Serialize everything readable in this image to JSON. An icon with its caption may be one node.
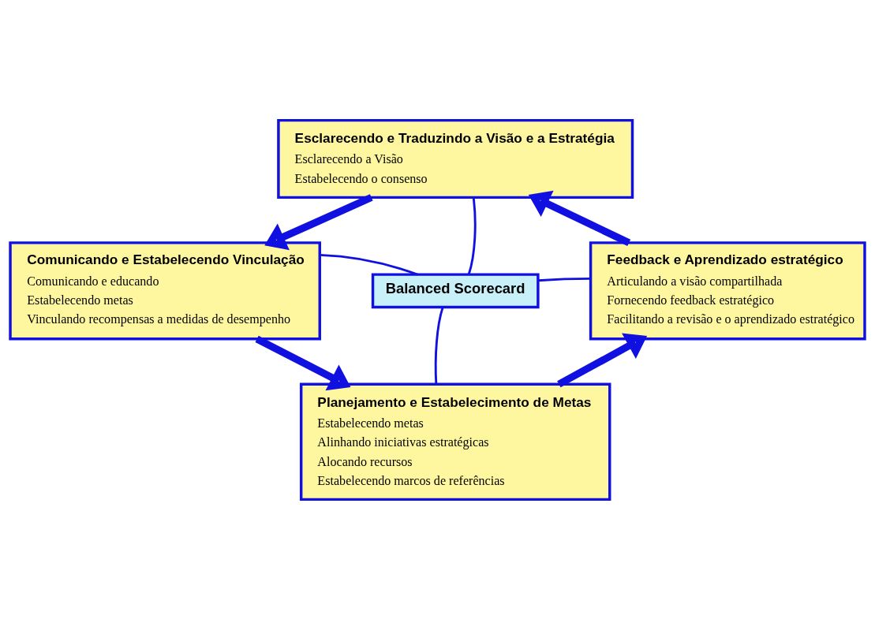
{
  "diagram": {
    "nodes": [
      {
        "text": [
          "Esclarecendo e Traduzindo a Visão e a Estratégia",
          "Esclarecendo a Visão",
          "Estabelecendo o consenso"
        ]
      },
      {
        "text": [
          "Comunicando e Estabelecendo Vinculação",
          "Comunicando e educando",
          "Estabelecendo metas",
          "Vinculando recompensas a medidas de desempenho"
        ]
      },
      {
        "text": [
          "Balanced Scorecard"
        ]
      },
      {
        "text": [
          "Feedback e Aprendizado estratégico",
          "Articulando a visão compartilhada",
          "Fornecendo feedback estratégico",
          "Facilitando a revisão e o aprendizado estratégico"
        ]
      },
      {
        "text": [
          "Planejamento e Estabelecimento de Metas",
          "Estabelecendo metas",
          "Alinhando iniciativas estratégicas",
          "Alocando recursos",
          "Estabelecendo marcos de referências"
        ]
      }
    ],
    "edges": [
      {
        "from": 2,
        "to": 0,
        "arrow": "none"
      },
      {
        "from": 2,
        "to": 1,
        "arrow": "none"
      },
      {
        "from": 2,
        "to": 3,
        "arrow": "none"
      },
      {
        "from": 2,
        "to": 4,
        "arrow": "none"
      },
      {
        "from": 0,
        "to": 1,
        "arrow": "to",
        "style": "thick"
      },
      {
        "from": 1,
        "to": 4,
        "arrow": "to",
        "style": "thick"
      },
      {
        "from": 4,
        "to": 3,
        "arrow": "to",
        "style": "thick"
      },
      {
        "from": 3,
        "to": 0,
        "arrow": "to",
        "style": "thick"
      }
    ]
  }
}
